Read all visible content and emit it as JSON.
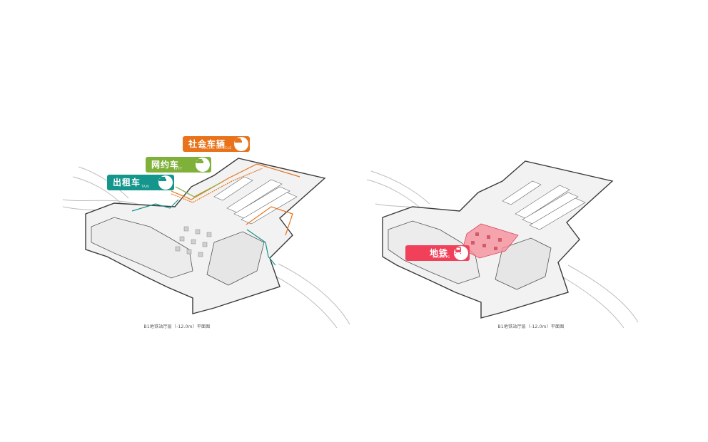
{
  "left_panel": {
    "caption": "B1地铁站厅层（-12.0m）平面图",
    "tags": [
      {
        "cn": "社会车辆",
        "en": "SOCIAL VEHICLE",
        "color": "#e8731a",
        "icon": "car-icon"
      },
      {
        "cn": "网约车",
        "en": "LYFT",
        "color": "#7fb03a",
        "icon": "car-icon"
      },
      {
        "cn": "出租车",
        "en": "TAXI",
        "color": "#14968c",
        "icon": "car-icon"
      }
    ]
  },
  "right_panel": {
    "caption": "B1地铁站厅层（-12.0m）平面图",
    "tags": [
      {
        "cn": "地铁",
        "en": "SUBWAYS",
        "color": "#f0405a",
        "icon": "train-icon"
      }
    ]
  }
}
